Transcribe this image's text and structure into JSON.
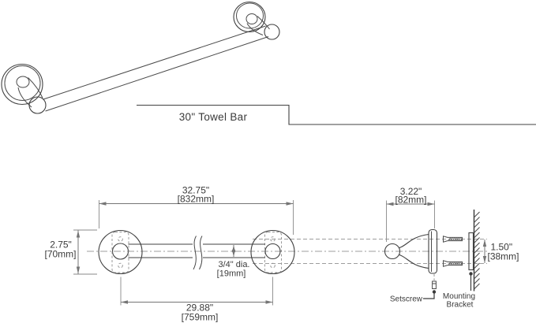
{
  "title": {
    "label": "30\"  Towel Bar"
  },
  "front_view": {
    "overall_width": {
      "in": "32.75\"",
      "mm": "[832mm]"
    },
    "center_to_center": {
      "in": "29.88\"",
      "mm": "[759mm]"
    },
    "escutcheon_diameter": {
      "in": "2.75\"",
      "mm": "[70mm]"
    },
    "bar_diameter": {
      "in": "3/4\" dia.",
      "mm": "[19mm]"
    }
  },
  "side_view": {
    "projection_depth": {
      "in": "3.22\"",
      "mm": "[82mm]"
    },
    "bracket_height": {
      "in": "1.50\"",
      "mm": "[38mm]"
    },
    "setscrew_label": "Setscrew",
    "mounting_bracket_label_line1": "Mounting",
    "mounting_bracket_label_line2": "Bracket"
  },
  "colors": {
    "background": "#ffffff",
    "object_line": "#414141",
    "dimension_line": "#757575",
    "guide_line": "#9d9d9d",
    "text": "#3a3a3a"
  }
}
